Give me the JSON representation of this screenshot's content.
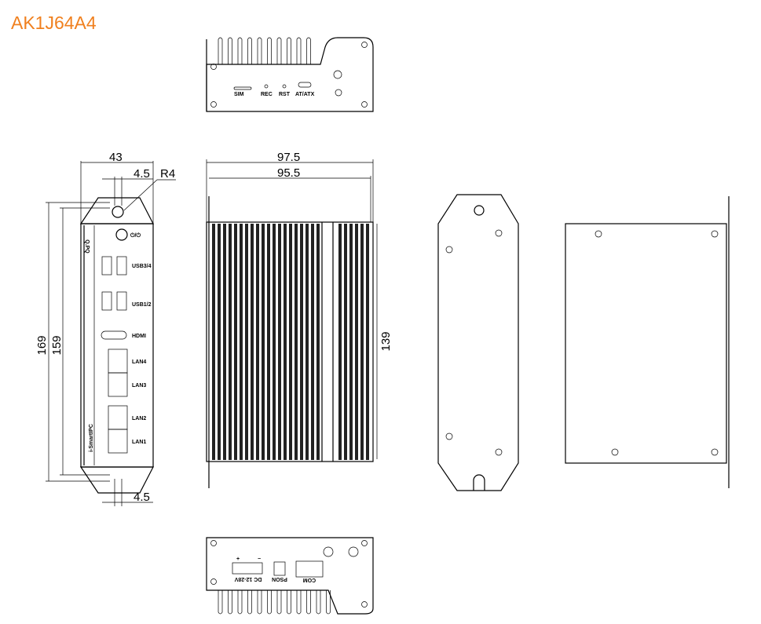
{
  "title": "AK1J64A4",
  "colors": {
    "title": "#f0801f",
    "lines": "#000000"
  },
  "top_view": {
    "labels": [
      "SIM",
      "REC",
      "RST",
      "AT/ATX"
    ]
  },
  "front_view": {
    "brand_logo": "Q.PQ",
    "brand_text": "i-SmartIPC",
    "labels": [
      "⏻/⏻",
      "USB3/4",
      "USB1/2",
      "HDMI",
      "LAN4",
      "LAN3",
      "LAN2",
      "LAN1"
    ],
    "dimensions": {
      "width": "43",
      "hole": "4.5",
      "radius": "R4",
      "height_total": "169",
      "height_body": "159",
      "hole_bottom": "4.5"
    }
  },
  "side_view": {
    "dimensions": {
      "length_total": "97.5",
      "length_body": "95.5",
      "height": "139"
    }
  },
  "bottom_view": {
    "labels": [
      "DC 12-28V",
      "PSON",
      "COM",
      "+",
      "−"
    ]
  }
}
